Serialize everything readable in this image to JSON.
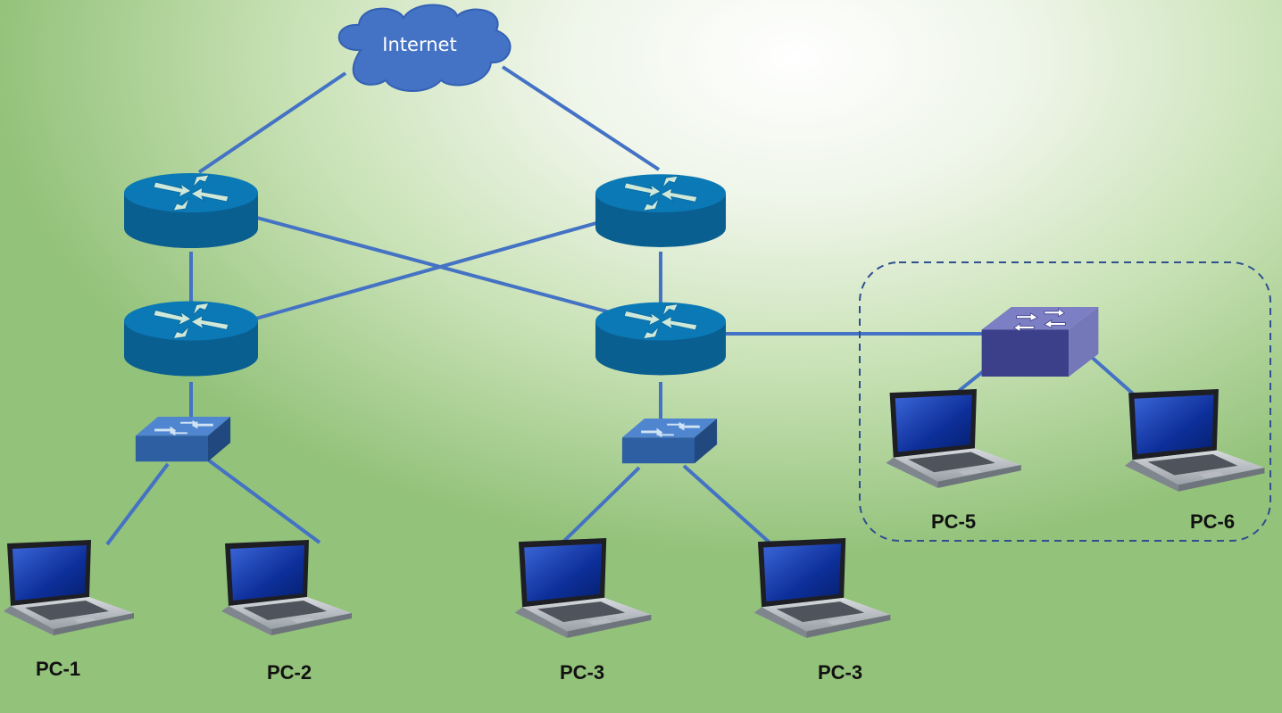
{
  "internet": {
    "label": "Internet"
  },
  "pcs": [
    {
      "label": "PC-1"
    },
    {
      "label": "PC-2"
    },
    {
      "label": "PC-3"
    },
    {
      "label": "PC-3"
    },
    {
      "label": "PC-5"
    },
    {
      "label": "PC-6"
    }
  ],
  "colors": {
    "link": "#4472c4",
    "router": "#0b6ea6",
    "switch_small": "#2e5fa3",
    "switch_large": "#3c3f8a",
    "group_border": "#2f4f8f"
  }
}
